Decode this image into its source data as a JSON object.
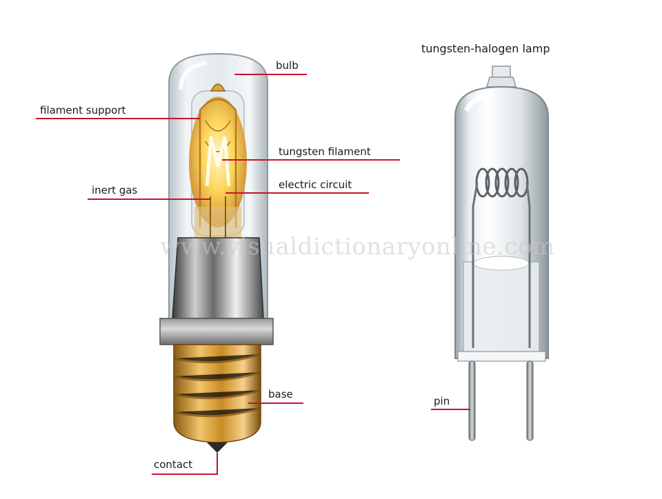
{
  "title": "tungsten-halogen lamp",
  "watermark": "www.visualdictionaryonline.com",
  "labels": {
    "bulb": "bulb",
    "filament_support": "filament support",
    "tungsten_filament": "tungsten filament",
    "inert_gas": "inert gas",
    "electric_circuit": "electric circuit",
    "base": "base",
    "contact": "contact",
    "pin": "pin"
  },
  "colors": {
    "leader": "#c8102e",
    "brass": "#d9a441",
    "glass": "#dfe6ea",
    "glow": "#ffd24a"
  }
}
